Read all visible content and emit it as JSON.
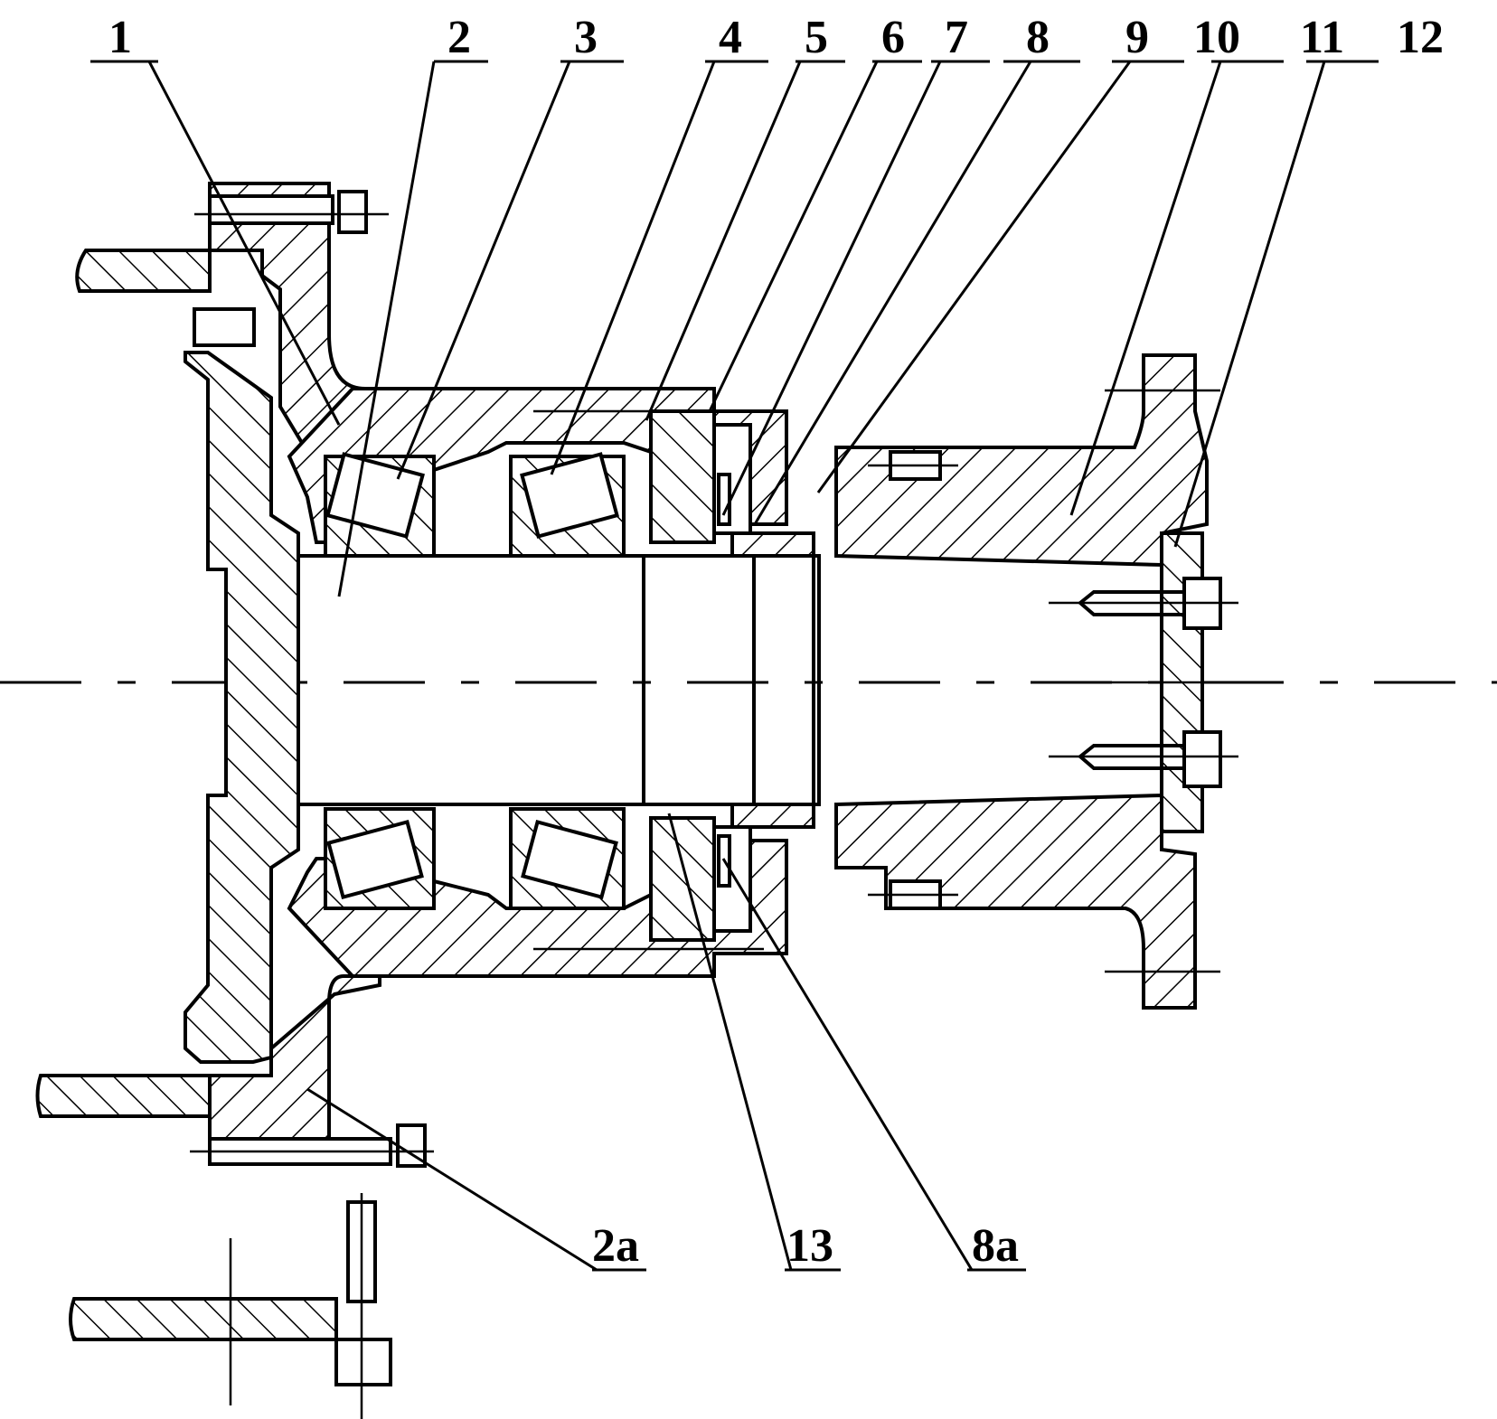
{
  "callouts": {
    "c1": "1",
    "c2": "2",
    "c3": "3",
    "c4": "4",
    "c5": "5",
    "c6": "6",
    "c7": "7",
    "c8": "8",
    "c9": "9",
    "c10": "10",
    "c11": "11",
    "c12": "12",
    "c2a": "2a",
    "c13": "13",
    "c8a": "8a"
  }
}
